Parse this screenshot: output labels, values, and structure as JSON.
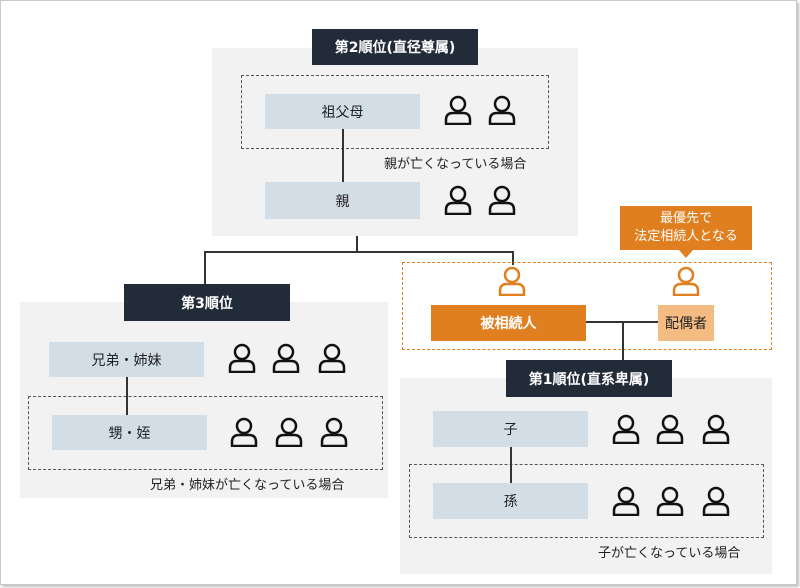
{
  "rank2": {
    "title": "第2順位(直径尊属)",
    "grandparents": "祖父母",
    "parents": "親",
    "note": "親が亡くなっている場合"
  },
  "rank3": {
    "title": "第3順位",
    "siblings": "兄弟・姉妹",
    "nephews": "甥・姪",
    "note": "兄弟・姉妹が亡くなっている場合"
  },
  "center": {
    "decedent": "被相続人",
    "spouse": "配偶者",
    "callout_line1": "最優先で",
    "callout_line2": "法定相続人となる"
  },
  "rank1": {
    "title": "第1順位(直系卑属)",
    "children": "子",
    "grandchildren": "孫",
    "note": "子が亡くなっている場合"
  },
  "colors": {
    "title_bg": "#222b38",
    "box_bg": "#d3dde6",
    "accent": "#e07f1f",
    "spouse_bg": "#f4bb83"
  },
  "icons": {
    "person": "person-icon"
  }
}
